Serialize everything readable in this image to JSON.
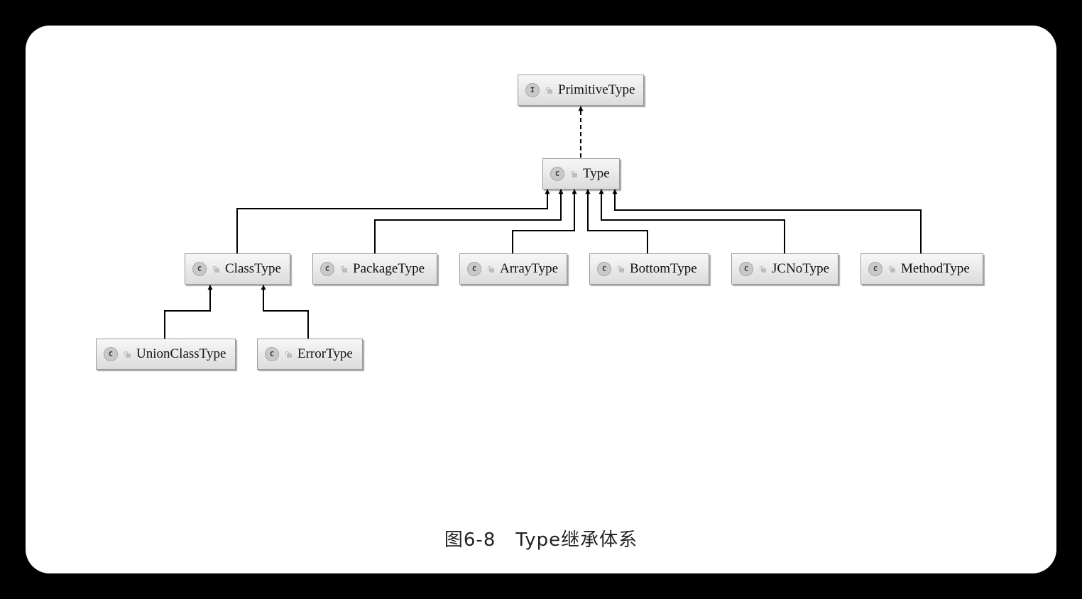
{
  "diagram": {
    "nodes": {
      "primitive_type": {
        "label": "PrimitiveType",
        "kind": "I"
      },
      "type": {
        "label": "Type",
        "kind": "C"
      },
      "class_type": {
        "label": "ClassType",
        "kind": "C"
      },
      "package_type": {
        "label": "PackageType",
        "kind": "C"
      },
      "array_type": {
        "label": "ArrayType",
        "kind": "C"
      },
      "bottom_type": {
        "label": "BottomType",
        "kind": "C"
      },
      "jcno_type": {
        "label": "JCNoType",
        "kind": "C"
      },
      "method_type": {
        "label": "MethodType",
        "kind": "C"
      },
      "union_class_type": {
        "label": "UnionClassType",
        "kind": "C"
      },
      "error_type": {
        "label": "ErrorType",
        "kind": "C"
      }
    },
    "edges": [
      {
        "from": "Type",
        "to": "PrimitiveType",
        "style": "dashed"
      },
      {
        "from": "ClassType",
        "to": "Type",
        "style": "solid"
      },
      {
        "from": "PackageType",
        "to": "Type",
        "style": "solid"
      },
      {
        "from": "ArrayType",
        "to": "Type",
        "style": "solid"
      },
      {
        "from": "BottomType",
        "to": "Type",
        "style": "solid"
      },
      {
        "from": "JCNoType",
        "to": "Type",
        "style": "solid"
      },
      {
        "from": "MethodType",
        "to": "Type",
        "style": "solid"
      },
      {
        "from": "UnionClassType",
        "to": "ClassType",
        "style": "solid"
      },
      {
        "from": "ErrorType",
        "to": "ClassType",
        "style": "solid"
      }
    ]
  },
  "caption": {
    "figure_number": "图6-8",
    "title": "Type继承体系"
  }
}
